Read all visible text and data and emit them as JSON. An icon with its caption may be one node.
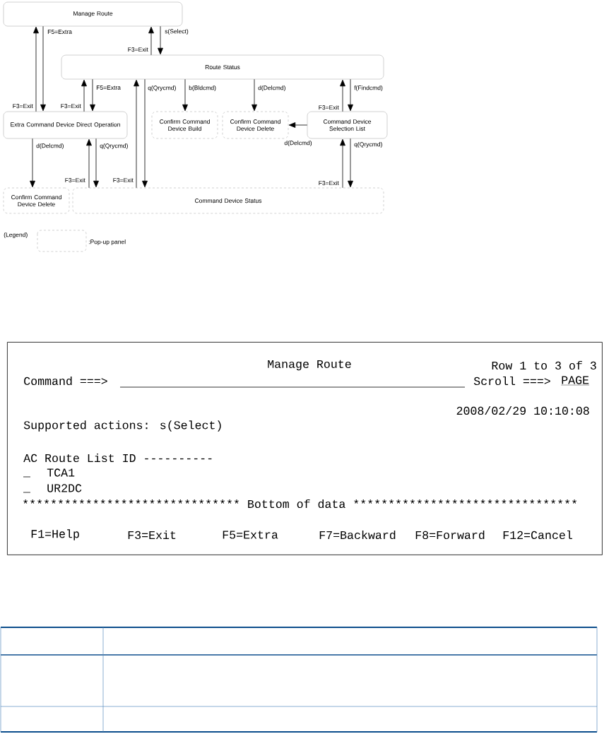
{
  "diagram": {
    "nodes": [
      {
        "text": [
          "Manage Route"
        ]
      },
      {
        "text": [
          "Route Status"
        ]
      },
      {
        "text": [
          "Extra Command Device Direct Operation"
        ]
      },
      {
        "text": [
          "Confirm Command Device Build"
        ]
      },
      {
        "text": [
          "Confirm Command Device Delete"
        ]
      },
      {
        "text": [
          "Command Device Selection List"
        ]
      },
      {
        "text": [
          "Confirm Command Device Delete"
        ]
      },
      {
        "text": [
          "Command Device Status"
        ]
      },
      {
        "text": [
          "Manage Route",
          "Row 1 to 3 of 3",
          "Command ===>",
          "Scroll ===>",
          "PAGE",
          "2008/02/29 10:10:08",
          "Supported actions: s(Select)",
          "AC Route List ID ----------",
          "TCA1",
          "UR2DC",
          "******************************* Bottom of data ********************************",
          "F1=Help",
          "F3=Exit",
          "F5=Extra",
          "F7=Backward",
          "F8=Forward",
          "F12=Cancel"
        ]
      }
    ],
    "edges": [
      {
        "from": 2,
        "to": 0,
        "arrow": "to",
        "label": "F3=Exit"
      },
      {
        "from": 0,
        "to": 2,
        "arrow": "to",
        "label": "F5=Extra"
      },
      {
        "from": 1,
        "to": 0,
        "arrow": "to",
        "label": "F3=Exit"
      },
      {
        "from": 0,
        "to": 1,
        "arrow": "to",
        "label": "s(Select)"
      },
      {
        "from": 2,
        "to": 1,
        "arrow": "to",
        "label": "F3=Exit"
      },
      {
        "from": 1,
        "to": 2,
        "arrow": "to",
        "label": "F5=Extra"
      },
      {
        "from": 7,
        "to": 1,
        "arrow": "to",
        "label": "F3=Exit"
      },
      {
        "from": 1,
        "to": 7,
        "arrow": "to",
        "label": "q(Qrycmd)"
      },
      {
        "from": 1,
        "to": 3,
        "arrow": "to",
        "label": "b(Bldcmd)"
      },
      {
        "from": 1,
        "to": 4,
        "arrow": "to",
        "label": "d(Delcmd)"
      },
      {
        "from": 5,
        "to": 1,
        "arrow": "to",
        "label": "F3=Exit"
      },
      {
        "from": 1,
        "to": 5,
        "arrow": "to",
        "label": "f(Findcmd)"
      },
      {
        "from": 5,
        "to": 4,
        "arrow": "to",
        "label": "d(Delcmd)"
      },
      {
        "from": 2,
        "to": 6,
        "arrow": "to",
        "label": "d(Delcmd)"
      },
      {
        "from": 7,
        "to": 2,
        "arrow": "to",
        "label": "F3=Exit"
      },
      {
        "from": 2,
        "to": 7,
        "arrow": "to",
        "label": "q(Qrycmd)"
      },
      {
        "from": 7,
        "to": 5,
        "arrow": "to",
        "label": "F3=Exit"
      },
      {
        "from": 5,
        "to": 7,
        "arrow": "to",
        "label": "q(Qrycmd)"
      }
    ],
    "labels": [
      "(Legend)"
    ],
    "legend": [
      {
        "text": ":Pop-up panel"
      }
    ]
  }
}
